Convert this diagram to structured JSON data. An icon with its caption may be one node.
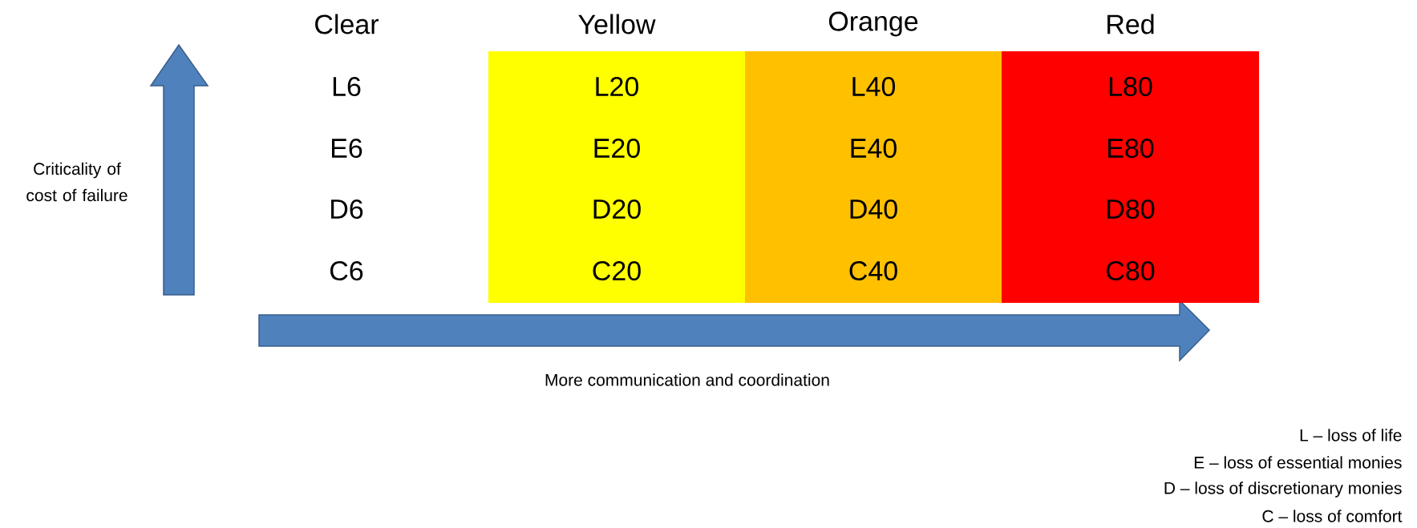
{
  "diagram": {
    "nodes": [
      {
        "text": [
          "Yellow",
          "L20",
          "E20",
          "D20",
          "C20"
        ]
      },
      {
        "text": [
          "Orange",
          "L40",
          "E40",
          "D40",
          "C40"
        ]
      },
      {
        "text": [
          "Red",
          "L80",
          "E80",
          "D80",
          "C80"
        ]
      }
    ],
    "labels": [
      "Clear",
      "L6",
      "E6",
      "D6",
      "C6",
      "Criticality of cost of failure",
      "More communication and coordination",
      "L – loss of life",
      "E – loss of essential monies",
      "D – loss of discretionary monies",
      "C – loss of comfort"
    ]
  }
}
